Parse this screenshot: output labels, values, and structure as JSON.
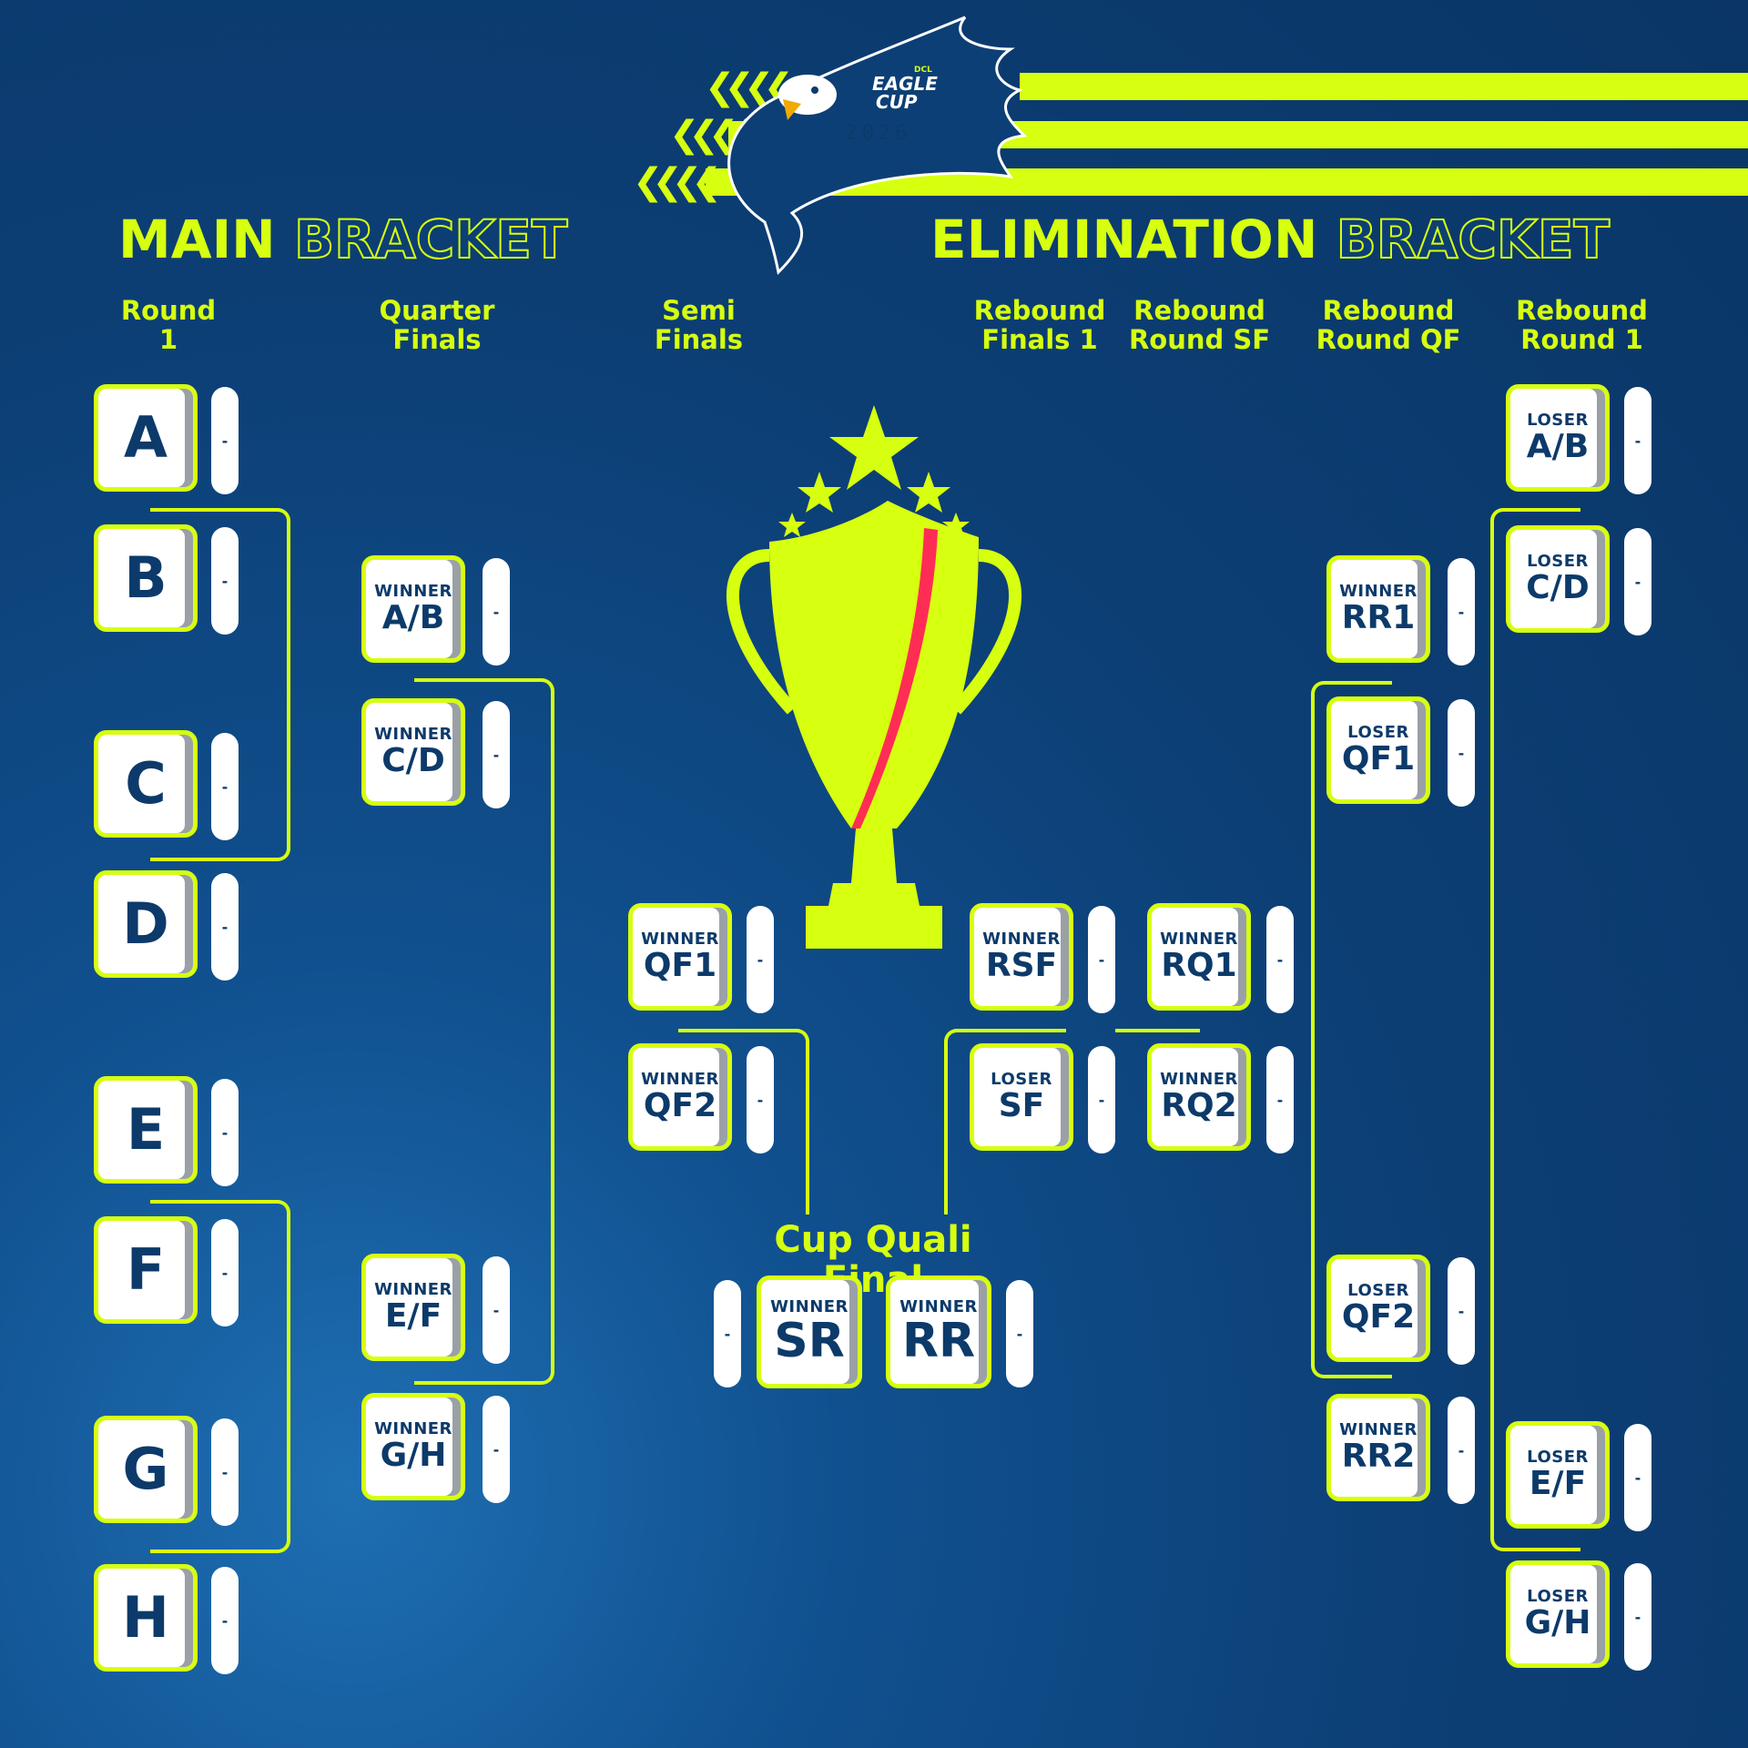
{
  "header": {
    "logo_small": "DCL",
    "logo_line1": "EAGLE",
    "logo_line2": "CUP",
    "year": "2026",
    "main_title_fill": "MAIN",
    "main_title_outline": "BRACKET",
    "elim_title_fill": "ELIMINATION",
    "elim_title_outline": "BRACKET"
  },
  "columns": {
    "round1": "Round\n1",
    "quarter": "Quarter\nFinals",
    "semi": "Semi\nFinals",
    "rebound_finals1": "Rebound\nFinals 1",
    "rebound_sf": "Rebound\nRound SF",
    "rebound_qf": "Rebound\nRound QF",
    "rebound_r1": "Rebound\nRound 1"
  },
  "score_placeholder": "-",
  "main": {
    "round1": [
      "A",
      "B",
      "C",
      "D",
      "E",
      "F",
      "G",
      "H"
    ],
    "quarter": [
      {
        "top": "WINNER",
        "bottom": "A/B"
      },
      {
        "top": "WINNER",
        "bottom": "C/D"
      },
      {
        "top": "WINNER",
        "bottom": "E/F"
      },
      {
        "top": "WINNER",
        "bottom": "G/H"
      }
    ],
    "semi": [
      {
        "top": "WINNER",
        "bottom": "QF1"
      },
      {
        "top": "WINNER",
        "bottom": "QF2"
      }
    ]
  },
  "elimination": {
    "finals1": [
      {
        "top": "WINNER",
        "bottom": "RSF"
      },
      {
        "top": "LOSER",
        "bottom": "SF"
      }
    ],
    "round_sf": [
      {
        "top": "WINNER",
        "bottom": "RQ1"
      },
      {
        "top": "WINNER",
        "bottom": "RQ2"
      }
    ],
    "round_qf": [
      {
        "top": "WINNER",
        "bottom": "RR1"
      },
      {
        "top": "LOSER",
        "bottom": "QF1"
      },
      {
        "top": "LOSER",
        "bottom": "QF2"
      },
      {
        "top": "WINNER",
        "bottom": "RR2"
      }
    ],
    "round1": [
      {
        "top": "LOSER",
        "bottom": "A/B"
      },
      {
        "top": "LOSER",
        "bottom": "C/D"
      },
      {
        "top": "LOSER",
        "bottom": "E/F"
      },
      {
        "top": "LOSER",
        "bottom": "G/H"
      }
    ]
  },
  "final": {
    "label": "Cup Quali Final",
    "left": {
      "top": "WINNER",
      "bottom": "SR"
    },
    "right": {
      "top": "WINNER",
      "bottom": "RR"
    }
  },
  "colors": {
    "accent": "#d7ff10",
    "background": "#0c3f75",
    "box_text": "#0c3a6a",
    "trophy_stripe": "#ff2d55"
  },
  "icons": [
    "eagle-logo-icon",
    "trophy-icon",
    "star-icon",
    "chevron-left-icon"
  ]
}
